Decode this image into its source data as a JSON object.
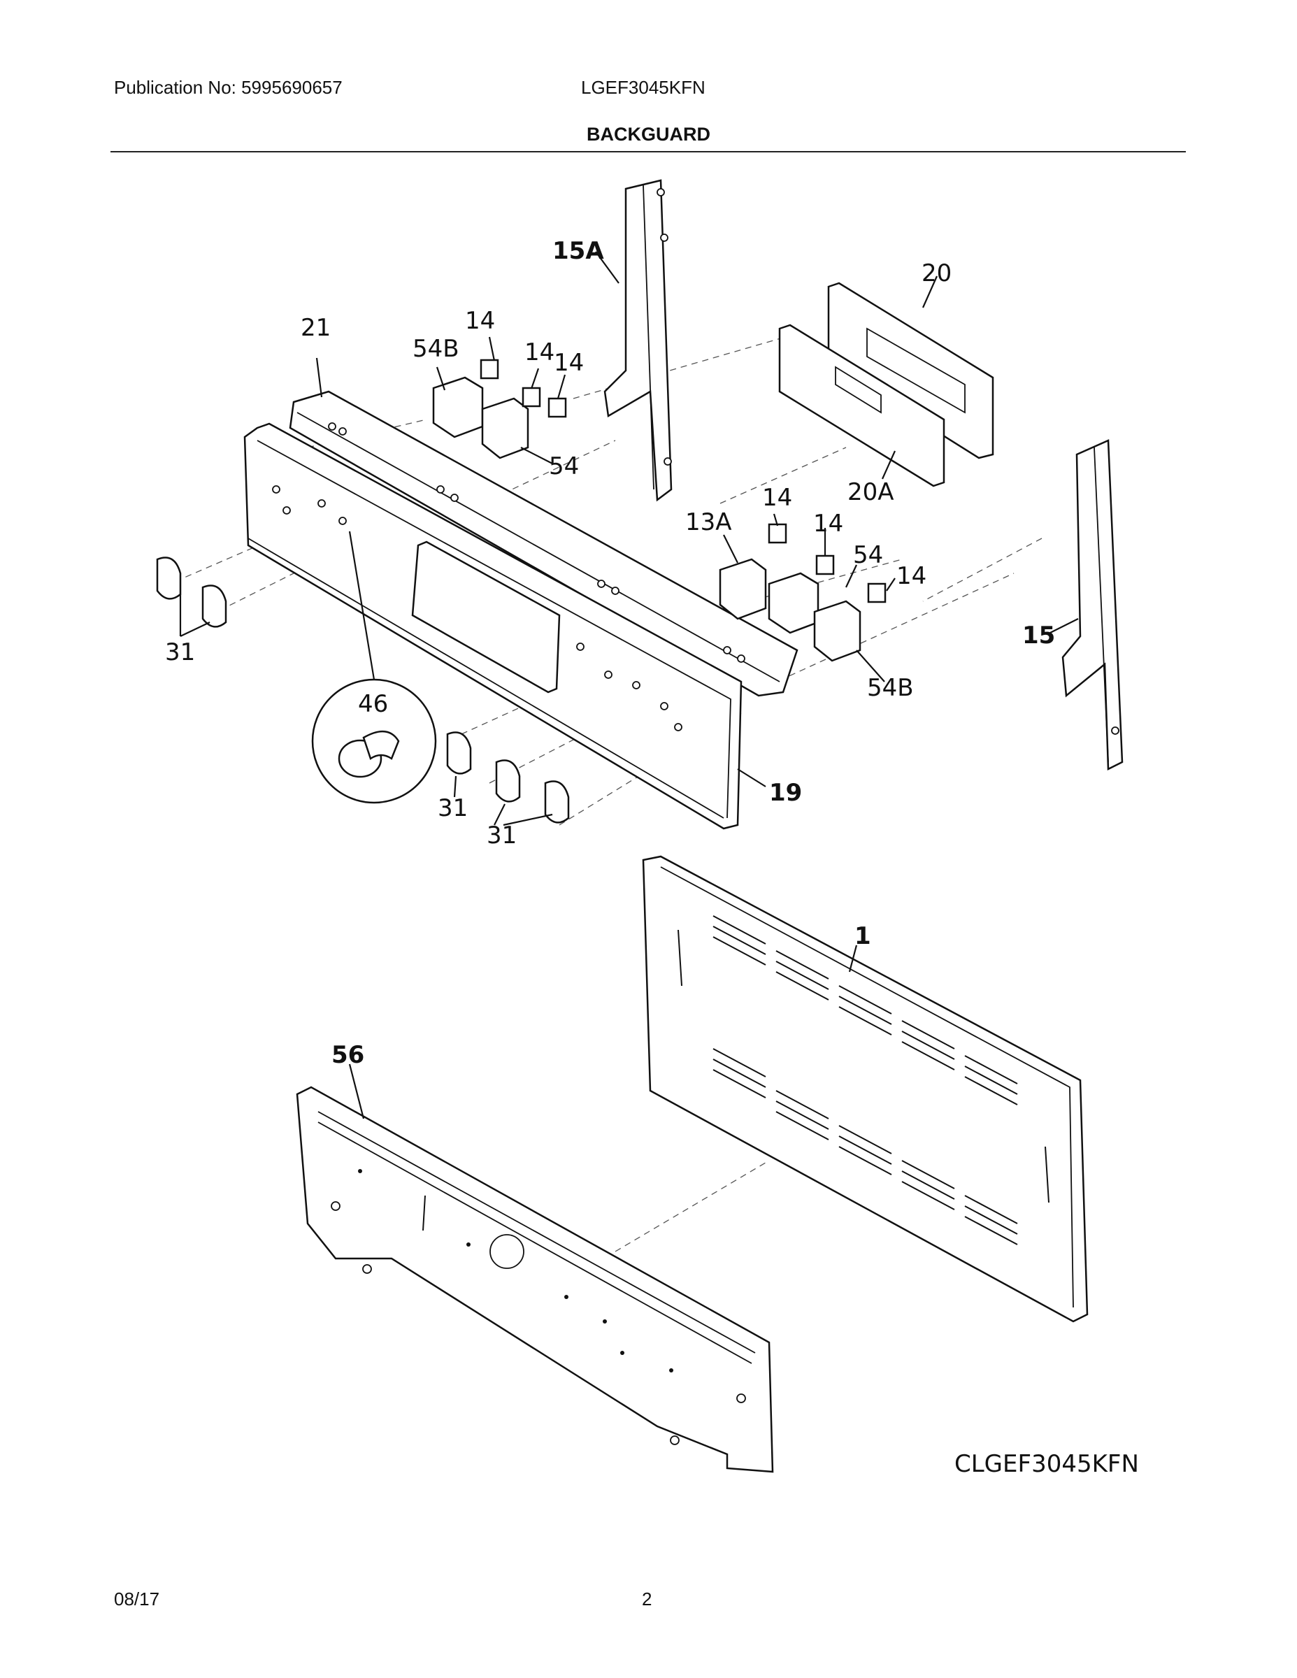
{
  "header": {
    "publication": "Publication No: 5995690657",
    "model": "LGEF3045KFN",
    "title": "BACKGUARD"
  },
  "diagram": {
    "callouts": {
      "c1": "1",
      "c13a": "13A",
      "c14a": "14",
      "c14b": "14",
      "c14c": "14",
      "c14d": "14",
      "c14e": "14",
      "c14f": "14",
      "c15": "15",
      "c15a": "15A",
      "c19": "19",
      "c20": "20",
      "c20a": "20A",
      "c21": "21",
      "c31a": "31",
      "c31b": "31",
      "c31c": "31",
      "c46": "46",
      "c54a": "54",
      "c54b": "54",
      "c54b1": "54B",
      "c54b2": "54B",
      "c56": "56"
    },
    "diagram_code": "CLGEF3045KFN"
  },
  "footer": {
    "date": "08/17",
    "page": "2"
  }
}
